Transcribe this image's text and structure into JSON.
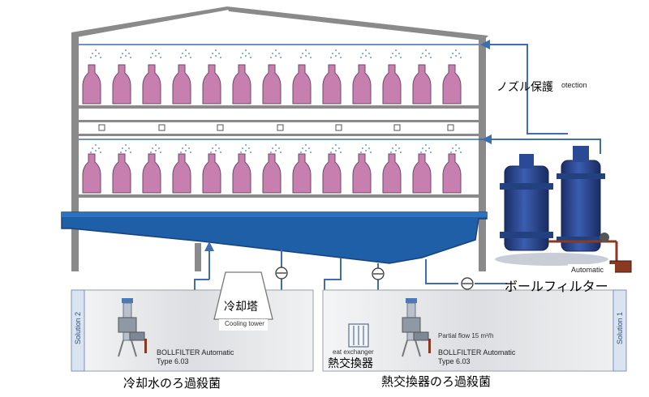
{
  "labels": {
    "nozzle_protection_jp": "ノズル保護",
    "nozzle_protection_en_fragment": "otection",
    "automatic": "Automatic",
    "bollfilter_jp": "ボールフィルター",
    "cooling_tower_jp": "冷却塔",
    "cooling_tower_en": "Cooling tower",
    "heat_exchanger_en_fragment": "eat exchanger",
    "heat_exchanger_jp": "熱交換器",
    "partial_flow": "Partial flow 15 m³/h",
    "left_filter_name": "BOLLFILTER Automatic",
    "left_filter_type": "Type 6.03",
    "right_filter_name": "BOLLFILTER Automatic",
    "right_filter_type": "Type 6.03",
    "solution_2": "Solution 2",
    "solution_1": "Solution 1",
    "caption_left_jp": "冷却水のろ過殺菌",
    "caption_right_jp": "熱交換器のろ過殺菌"
  },
  "colors": {
    "pipe": "#3d6fb0",
    "basin": "#1f5fa8",
    "structure": "#6e6e6e",
    "bottle": "#c77fb0",
    "panel": "#e9eaec",
    "filter_body": "#24448f",
    "drain": "#8a3a20"
  }
}
